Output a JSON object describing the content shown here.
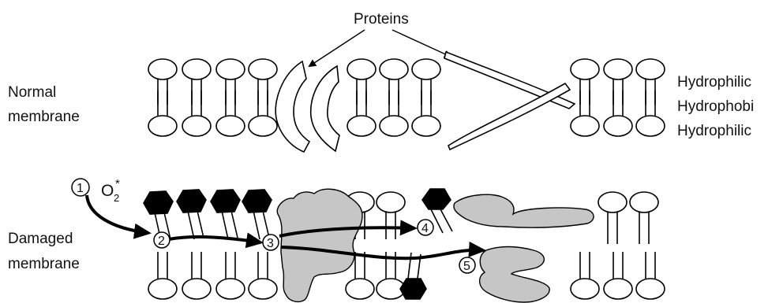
{
  "labels": {
    "proteins": "Proteins",
    "normal_line1": "Normal",
    "normal_line2": "membrane",
    "damaged_line1": "Damaged",
    "damaged_line2": "membrane",
    "hydrophilic_top": "Hydrophilic",
    "hydrophobic": "Hydrophobi",
    "hydrophilic_bottom": "Hydrophilic",
    "oxygen": "O",
    "oxygen_sub": "2",
    "oxygen_sup": "*"
  },
  "steps": [
    "1",
    "2",
    "3",
    "4",
    "5"
  ],
  "colors": {
    "damaged_head": "#000000",
    "damaged_protein": "#c6c6c6",
    "outline": "#000000",
    "background": "#ffffff"
  }
}
